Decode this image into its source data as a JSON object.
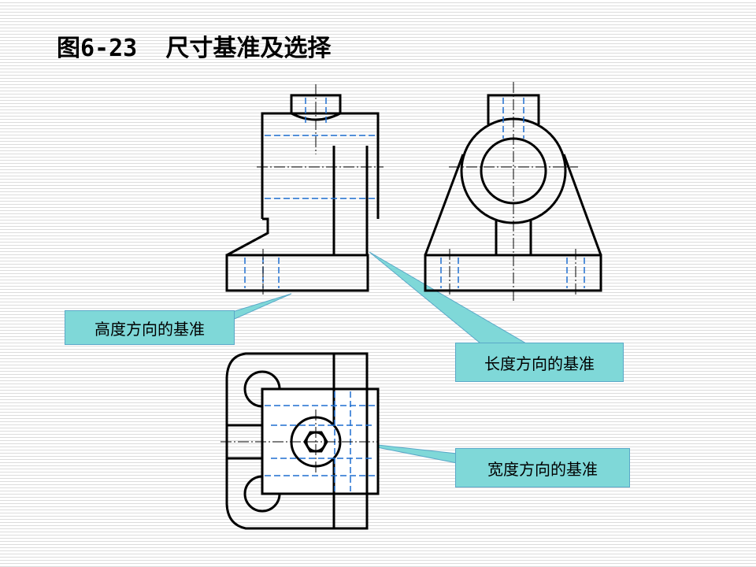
{
  "title": "图6-23  尺寸基准及选择",
  "callouts": {
    "height": "高度方向的基准",
    "length": "长度方向的基准",
    "width": "宽度方向的基准"
  },
  "colors": {
    "outline": "#000000",
    "hidden_line": "#1e6fd0",
    "callout_fill": "#7fd8d8",
    "callout_border": "#5aa8c8"
  }
}
